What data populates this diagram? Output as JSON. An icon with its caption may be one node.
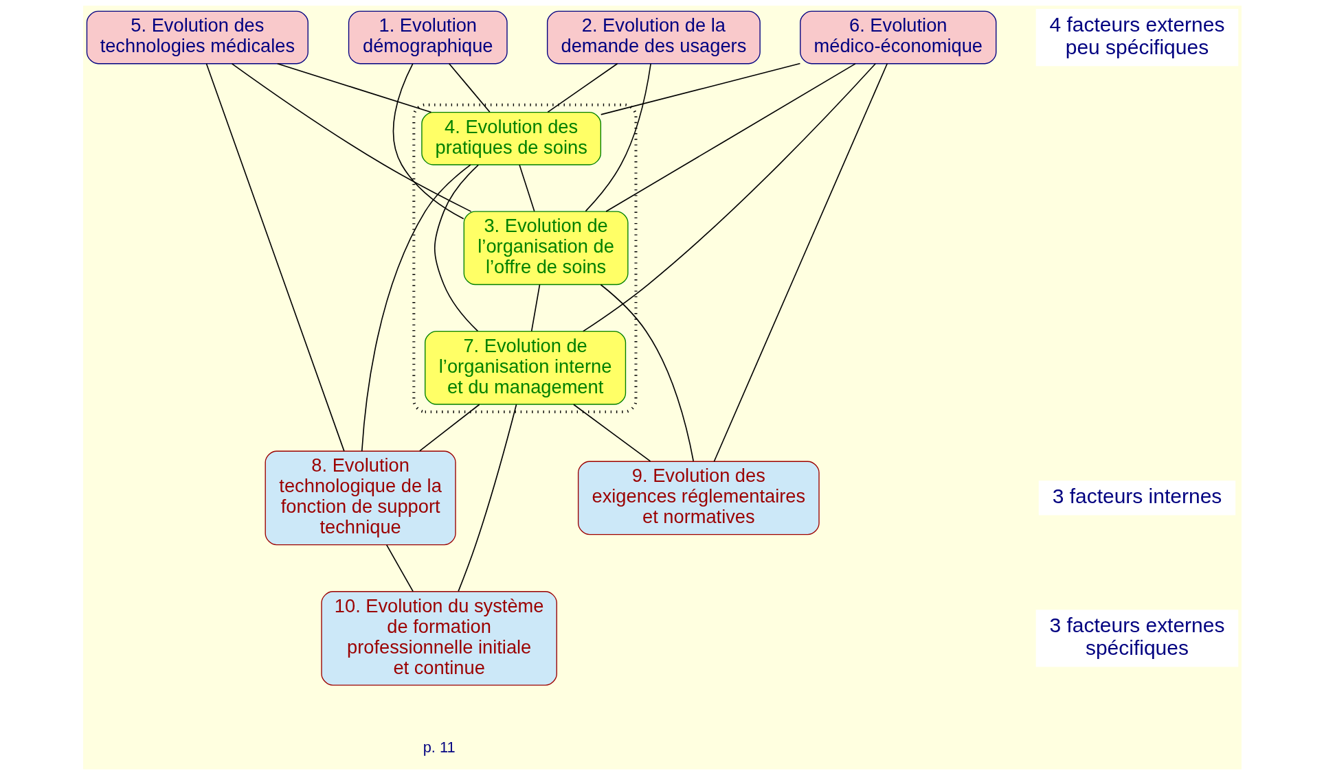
{
  "diagram": {
    "nodes": [
      {
        "text": [
          "2. Evolution de la demande des usagers"
        ]
      },
      {
        "text": [
          "1. Evolution démographique"
        ]
      },
      {
        "text": [
          "5. Evolution des technologies médicales"
        ]
      },
      {
        "text": [
          "6. Evolution médico-économique"
        ]
      },
      {
        "text": [],
        "shape": "ellipse"
      },
      {
        "text": [
          "4. Evolution des pratiques de soins"
        ],
        "in": 4
      },
      {
        "text": [
          "3. Evolution de l’organisation de l’offre de soins"
        ],
        "in": 4
      },
      {
        "text": [
          "7. Evolution de l’organisation interne et du management"
        ],
        "in": 4
      },
      {
        "text": [
          "8. Evolution technologique de la fonction de support technique"
        ]
      },
      {
        "text": [
          "9. Evolution des exigences réglementaires et normatives"
        ]
      },
      {
        "text": [
          "10. Evolution du système de formation professionnelle initiale et continue"
        ]
      }
    ],
    "edges": [
      {
        "from": 0,
        "to": 5,
        "arrow": "none"
      },
      {
        "from": 0,
        "to": 6,
        "arrow": "none"
      },
      {
        "from": 1,
        "to": 5,
        "arrow": "none"
      },
      {
        "from": 1,
        "to": 6,
        "arrow": "none"
      },
      {
        "from": 2,
        "to": 5,
        "arrow": "none"
      },
      {
        "from": 2,
        "to": 6,
        "arrow": "none"
      },
      {
        "from": 3,
        "to": 5,
        "arrow": "none"
      },
      {
        "from": 3,
        "to": 6,
        "arrow": "none"
      },
      {
        "from": 2,
        "to": 8,
        "arrow": "none"
      },
      {
        "from": 5,
        "to": 6,
        "arrow": "none"
      },
      {
        "from": 5,
        "to": 8,
        "arrow": "none"
      },
      {
        "from": 5,
        "to": 7,
        "arrow": "none"
      },
      {
        "from": 6,
        "to": 7,
        "arrow": "none"
      },
      {
        "from": 6,
        "to": 9,
        "arrow": "none"
      },
      {
        "from": 3,
        "to": 7,
        "arrow": "none"
      },
      {
        "from": 3,
        "to": 9,
        "arrow": "none"
      },
      {
        "from": 7,
        "to": 9,
        "arrow": "none"
      },
      {
        "from": 7,
        "to": 8,
        "arrow": "none"
      },
      {
        "from": 7,
        "to": 10,
        "arrow": "none"
      },
      {
        "from": 8,
        "to": 10,
        "arrow": "none"
      }
    ],
    "labels": [
      "4 facteurs externes peu spécifiques",
      "3 facteurs internes",
      "3 facteurs externes spécifiques",
      "p. 11"
    ]
  }
}
